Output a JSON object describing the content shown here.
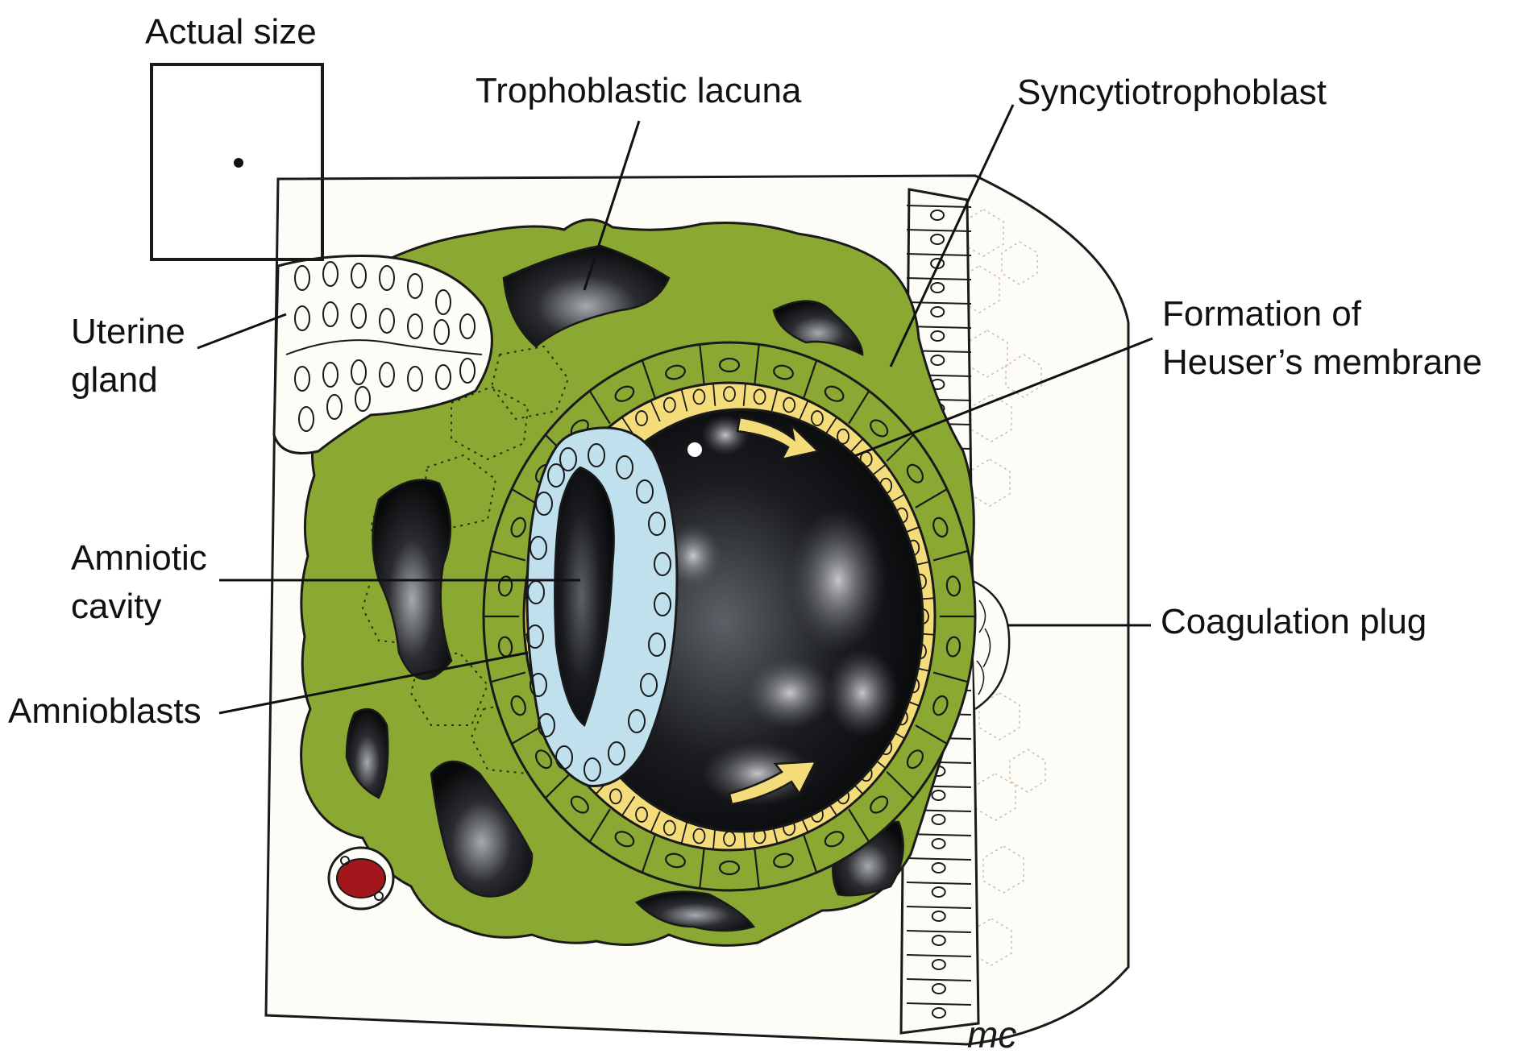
{
  "figure": {
    "scale_box_label": "Actual size",
    "labels": {
      "trophoblastic_lacuna": "Trophoblastic lacuna",
      "syncytiotrophoblast": "Syncytiotrophoblast",
      "uterine_gland": [
        "Uterine",
        "gland"
      ],
      "formation_heusers": [
        "Formation of",
        "Heuser’s membrane"
      ],
      "amniotic_cavity": [
        "Amniotic",
        "cavity"
      ],
      "amnioblasts": "Amnioblasts",
      "coagulation_plug": "Coagulation plug"
    },
    "signature": "mc"
  },
  "colors": {
    "syncytiotrophoblast": "#8ba832",
    "epiblast": "#bfe0ec",
    "hypoblast": "#f5dc7a",
    "lacuna": "#121418",
    "blood_vessel": "#a3161c",
    "tissue": "#fdfcf6",
    "outline": "#1a1a1a"
  }
}
